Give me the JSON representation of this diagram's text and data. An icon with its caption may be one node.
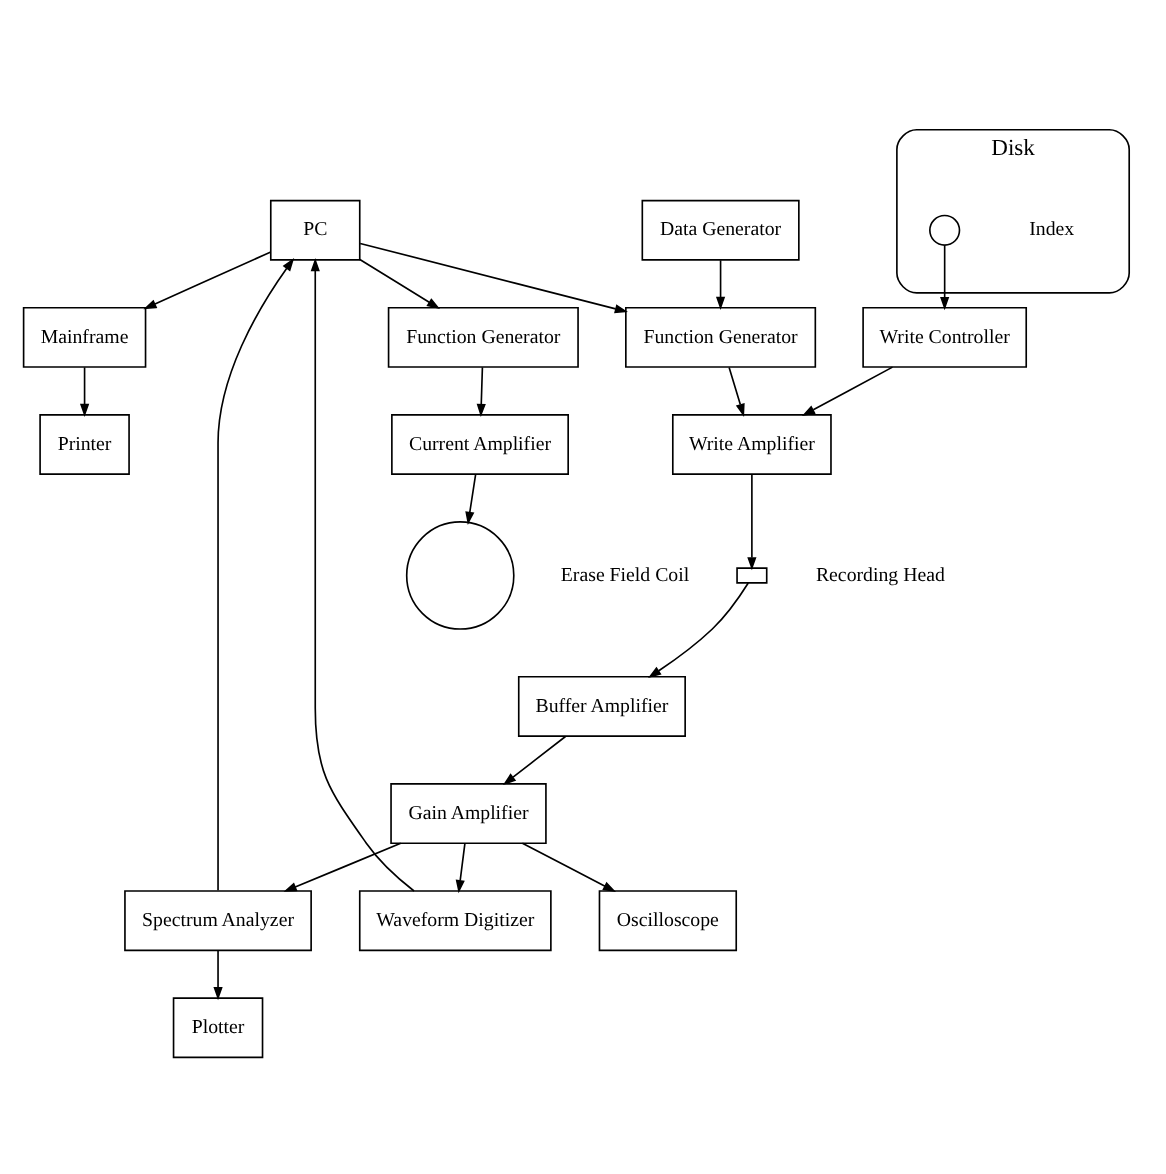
{
  "diagram": {
    "nodes": [
      {
        "text": [
          "Mainframe"
        ]
      },
      {
        "text": [
          "Printer"
        ]
      },
      {
        "text": [
          "Plotter"
        ]
      },
      {
        "text": [
          "PC"
        ]
      },
      {
        "text": [
          "Spectrum Analyzer"
        ]
      },
      {
        "text": [
          "Waveform Digitizer"
        ]
      },
      {
        "text": [
          "Gain Amplifier"
        ]
      },
      {
        "text": [
          "Data Generator"
        ]
      },
      {
        "text": [
          "Oscilloscope"
        ]
      },
      {
        "text": [
          "Buffer Amplifier"
        ]
      },
      {
        "text": [
          "Function Generator"
        ]
      },
      {
        "text": [
          "Write Amplifier"
        ]
      },
      {
        "text": [],
        "shape": "box",
        "beside": [
          "Recording Head"
        ]
      },
      {
        "text": [
          "Write Controller"
        ]
      },
      {
        "text": [
          "Disk"
        ]
      },
      {
        "text": [],
        "shape": "circle",
        "beside": [
          "Index"
        ],
        "in": 14
      },
      {
        "text": [
          "Function Generator"
        ]
      },
      {
        "text": [
          "Current Amplifier"
        ]
      },
      {
        "text": [],
        "shape": "circle",
        "beside": [
          "Erase Field Coil"
        ]
      }
    ],
    "edges": [
      {
        "from": 3,
        "to": 0,
        "arrow": "to"
      },
      {
        "from": 0,
        "to": 1,
        "arrow": "to"
      },
      {
        "from": 4,
        "to": 2,
        "arrow": "to"
      },
      {
        "from": 4,
        "to": 3,
        "arrow": "to"
      },
      {
        "from": 5,
        "to": 3,
        "arrow": "to"
      },
      {
        "from": 6,
        "to": 4,
        "arrow": "to"
      },
      {
        "from": 6,
        "to": 5,
        "arrow": "to"
      },
      {
        "from": 6,
        "to": 8,
        "arrow": "to"
      },
      {
        "from": 9,
        "to": 6,
        "arrow": "to"
      },
      {
        "from": 12,
        "to": 9,
        "arrow": "to"
      },
      {
        "from": 7,
        "to": 10,
        "arrow": "to"
      },
      {
        "from": 3,
        "to": 10,
        "arrow": "to"
      },
      {
        "from": 3,
        "to": 16,
        "arrow": "to"
      },
      {
        "from": 10,
        "to": 11,
        "arrow": "to"
      },
      {
        "from": 11,
        "to": 12,
        "arrow": "to"
      },
      {
        "from": 13,
        "to": 11,
        "arrow": "to"
      },
      {
        "from": 15,
        "to": 13,
        "arrow": "to"
      },
      {
        "from": 16,
        "to": 17,
        "arrow": "to"
      },
      {
        "from": 17,
        "to": 18,
        "arrow": "to"
      }
    ]
  }
}
